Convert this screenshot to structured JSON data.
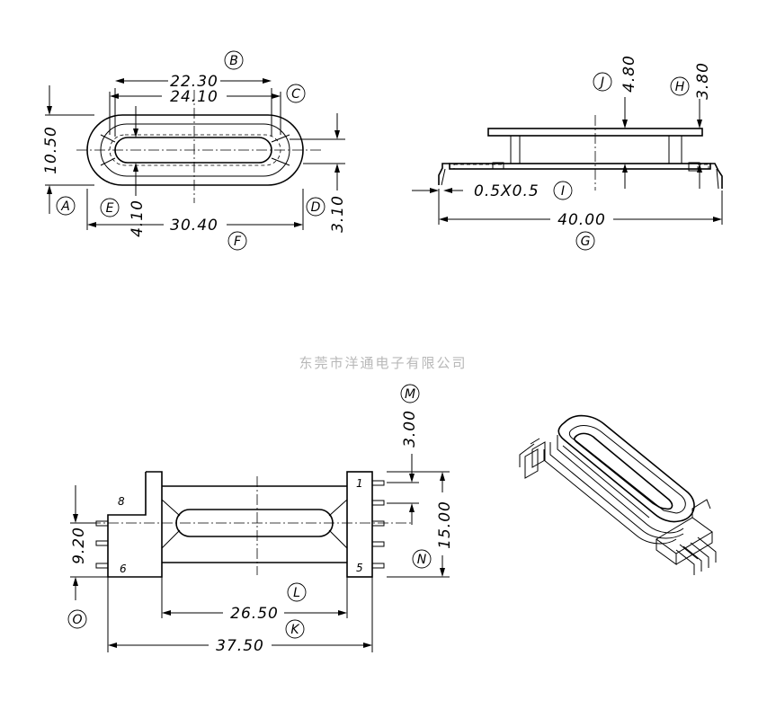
{
  "watermark": "东莞市洋通电子有限公司",
  "top_view": {
    "dims": {
      "width_outer": "30.40",
      "inner_b": "22.30",
      "inner_c": "24.10",
      "height": "10.50",
      "slot_e": "4.10",
      "offset_d": "3.10"
    },
    "labels": {
      "a": "A",
      "b": "B",
      "c": "C",
      "d": "D",
      "e": "E",
      "f": "F"
    }
  },
  "side_view": {
    "dims": {
      "pin_size": "0.5X0.5",
      "total_length": "40.00",
      "flange_j": "4.80",
      "flange_h": "3.80"
    },
    "labels": {
      "g": "G",
      "h": "H",
      "i": "I",
      "j": "J"
    }
  },
  "bottom_view": {
    "dims": {
      "pin_pitch": "3.00",
      "row_span": "15.00",
      "height": "9.20",
      "inner_length": "26.50",
      "total_length": "37.50"
    },
    "labels": {
      "k": "K",
      "l": "L",
      "m": "M",
      "n": "N",
      "o": "O"
    },
    "pins": {
      "p1": "1",
      "p5": "5",
      "p6": "6",
      "p8": "8"
    }
  }
}
